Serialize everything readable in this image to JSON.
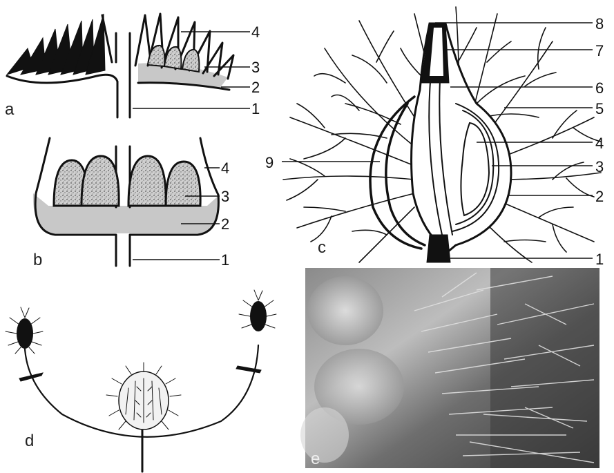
{
  "panels": {
    "a": {
      "label": "a",
      "callouts": [
        "1",
        "2",
        "3",
        "4"
      ]
    },
    "b": {
      "label": "b",
      "callouts": [
        "1",
        "2",
        "3",
        "4"
      ]
    },
    "c": {
      "label": "c",
      "callouts": [
        "1",
        "2",
        "3",
        "4",
        "5",
        "6",
        "7",
        "8",
        "9"
      ]
    },
    "d": {
      "label": "d"
    },
    "e": {
      "label": "e"
    }
  },
  "colors": {
    "ink": "#111111",
    "receptacle_fill": "#c8c8c8",
    "photo_dark": "#3a3a3a",
    "photo_light": "#bdbdbd"
  }
}
